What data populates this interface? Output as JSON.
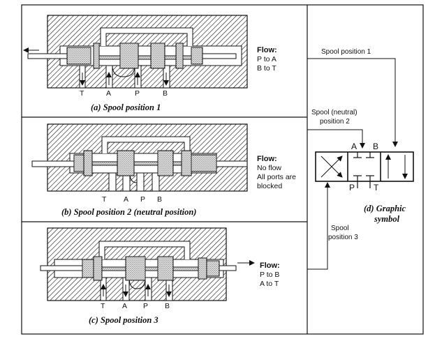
{
  "panel_a": {
    "caption": "(a) Spool position 1",
    "flow_title": "Flow:",
    "flow_line1": "P to A",
    "flow_line2": "B to T",
    "ports": [
      "T",
      "A",
      "P",
      "B"
    ]
  },
  "panel_b": {
    "caption": "(b) Spool position 2 (neutral position)",
    "flow_title": "Flow:",
    "flow_line1": "No flow",
    "flow_line2": "All ports are",
    "flow_line3": "blocked",
    "ports": [
      "T",
      "A",
      "P",
      "B"
    ]
  },
  "panel_c": {
    "caption": "(c) Spool position 3",
    "flow_title": "Flow:",
    "flow_line1": "P to B",
    "flow_line2": "A to T",
    "ports": [
      "T",
      "A",
      "P",
      "B"
    ]
  },
  "panel_d": {
    "caption_line1": "(d) Graphic",
    "caption_line2": "symbol",
    "label_pos1": "Spool position 1",
    "label_pos2_line1": "Spool (neutral)",
    "label_pos2_line2": "position 2",
    "label_pos3_line1": "Spool",
    "label_pos3_line2": "position 3",
    "port_a": "A",
    "port_b": "B",
    "port_p": "P",
    "port_t": "T"
  }
}
